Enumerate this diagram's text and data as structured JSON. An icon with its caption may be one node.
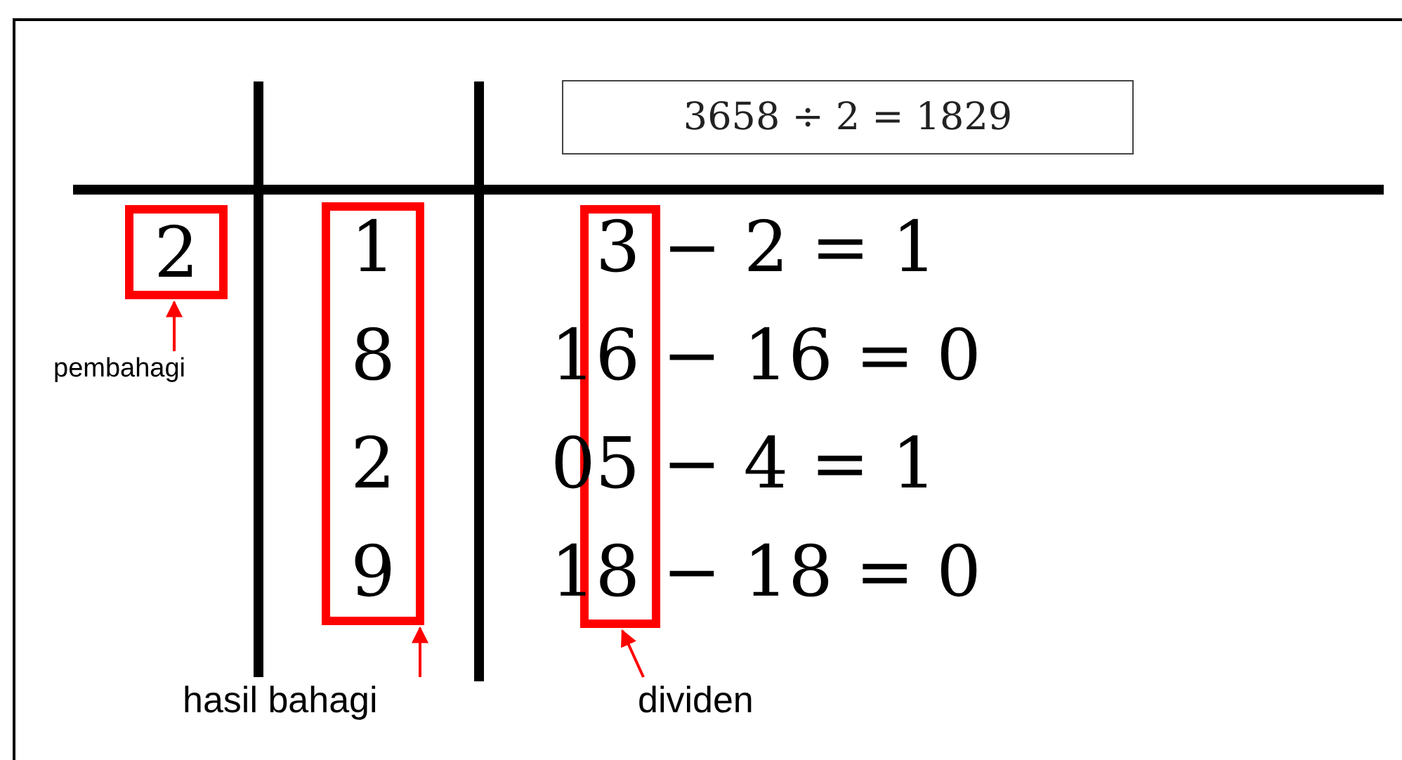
{
  "diagram": {
    "nodes": [
      {
        "text": [
          "3658 ÷ 2 = 1829"
        ]
      },
      {
        "text": [
          "2"
        ]
      },
      {
        "text": [
          "1",
          "8",
          "2",
          "9"
        ]
      },
      {
        "text": [],
        "shape": "box"
      },
      {
        "text": [
          "pembahagi"
        ]
      },
      {
        "text": [
          "hasil bahagi"
        ]
      },
      {
        "text": [
          "dividen"
        ]
      }
    ],
    "edges": [
      {
        "from": 4,
        "to": 1,
        "arrow": "to"
      },
      {
        "from": 5,
        "to": 2,
        "arrow": "to"
      },
      {
        "from": 6,
        "to": 3,
        "arrow": "to"
      }
    ],
    "labels": [
      "3 − 2 = 1",
      "16 − 16 = 0",
      "05 − 4 = 1",
      "18 − 18 = 0"
    ]
  }
}
